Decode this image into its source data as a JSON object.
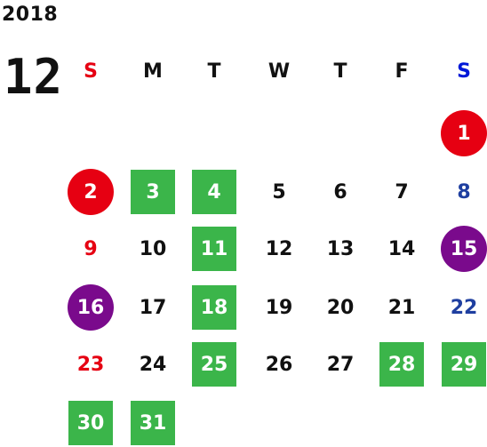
{
  "year": "2018",
  "month": "12",
  "colors": {
    "sunday_red": "#e60012",
    "saturday_blue": "#1f3fa0",
    "header_blue": "#0018d8",
    "weekday_black": "#111111",
    "holiday_red_circle": "#e60012",
    "purple_circle": "#7a0a8c",
    "green_square": "#3bb54a"
  },
  "weekdays": [
    {
      "label": "S",
      "kind": "sun"
    },
    {
      "label": "M",
      "kind": "weekday"
    },
    {
      "label": "T",
      "kind": "weekday"
    },
    {
      "label": "W",
      "kind": "weekday"
    },
    {
      "label": "T",
      "kind": "weekday"
    },
    {
      "label": "F",
      "kind": "weekday"
    },
    {
      "label": "S",
      "kind": "sat"
    }
  ],
  "days": [
    {
      "day": "1",
      "mark": "red-circle"
    },
    {
      "day": "2",
      "mark": "red-circle"
    },
    {
      "day": "3",
      "mark": "green-square"
    },
    {
      "day": "4",
      "mark": "green-square"
    },
    {
      "day": "5",
      "mark": "none"
    },
    {
      "day": "6",
      "mark": "none"
    },
    {
      "day": "7",
      "mark": "none"
    },
    {
      "day": "8",
      "mark": "none"
    },
    {
      "day": "9",
      "mark": "none"
    },
    {
      "day": "10",
      "mark": "none"
    },
    {
      "day": "11",
      "mark": "green-square"
    },
    {
      "day": "12",
      "mark": "none"
    },
    {
      "day": "13",
      "mark": "none"
    },
    {
      "day": "14",
      "mark": "none"
    },
    {
      "day": "15",
      "mark": "purple-circle"
    },
    {
      "day": "16",
      "mark": "purple-circle"
    },
    {
      "day": "17",
      "mark": "none"
    },
    {
      "day": "18",
      "mark": "green-square"
    },
    {
      "day": "19",
      "mark": "none"
    },
    {
      "day": "20",
      "mark": "none"
    },
    {
      "day": "21",
      "mark": "none"
    },
    {
      "day": "22",
      "mark": "none"
    },
    {
      "day": "23",
      "mark": "none"
    },
    {
      "day": "24",
      "mark": "none"
    },
    {
      "day": "25",
      "mark": "green-square"
    },
    {
      "day": "26",
      "mark": "none"
    },
    {
      "day": "27",
      "mark": "none"
    },
    {
      "day": "28",
      "mark": "green-square"
    },
    {
      "day": "29",
      "mark": "green-square"
    },
    {
      "day": "30",
      "mark": "green-square"
    },
    {
      "day": "31",
      "mark": "green-square"
    }
  ]
}
